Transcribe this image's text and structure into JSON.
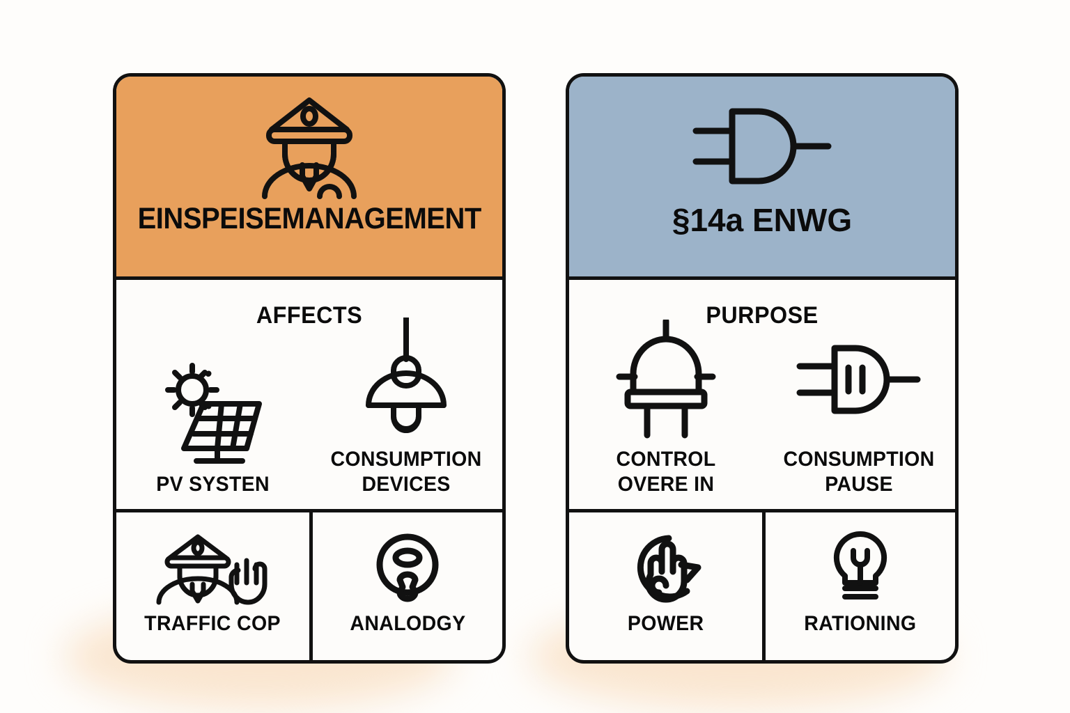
{
  "page": {
    "background_color": "#FEFDFB",
    "shadow_color": "#FAE6D0",
    "outline_color": "#111111"
  },
  "cards": [
    {
      "id": "einspeisemanagement",
      "title": "EINSPEISEMANAGEMENT",
      "header_color": "#E8A05C",
      "header_icon": "police-officer-icon",
      "middle": {
        "label": "AFFECTS",
        "cells": [
          {
            "label": "PV SYSTEN",
            "icon": "solar-panel-icon"
          },
          {
            "label": "CONSUMPTION DEVICES",
            "icon": "pendant-lamp-icon"
          }
        ]
      },
      "bottom": [
        {
          "label": "TRAFFIC COP",
          "icon": "traffic-cop-stop-icon"
        },
        {
          "label": "ANALODGY",
          "icon": "key-circle-icon"
        }
      ]
    },
    {
      "id": "enwg",
      "title": "§14a ENWG",
      "header_color": "#9CB3C9",
      "header_icon": "power-plug-icon",
      "middle": {
        "label": "PURPOSE",
        "cells": [
          {
            "label": "CONTROL OVERE IN",
            "icon": "led-diode-icon"
          },
          {
            "label": "CONSUMPTION PAUSE",
            "icon": "plug-pause-icon"
          }
        ]
      },
      "bottom": [
        {
          "label": "POWER",
          "icon": "stop-hand-icon"
        },
        {
          "label": "RATIONING",
          "icon": "lightbulb-icon"
        }
      ]
    }
  ]
}
